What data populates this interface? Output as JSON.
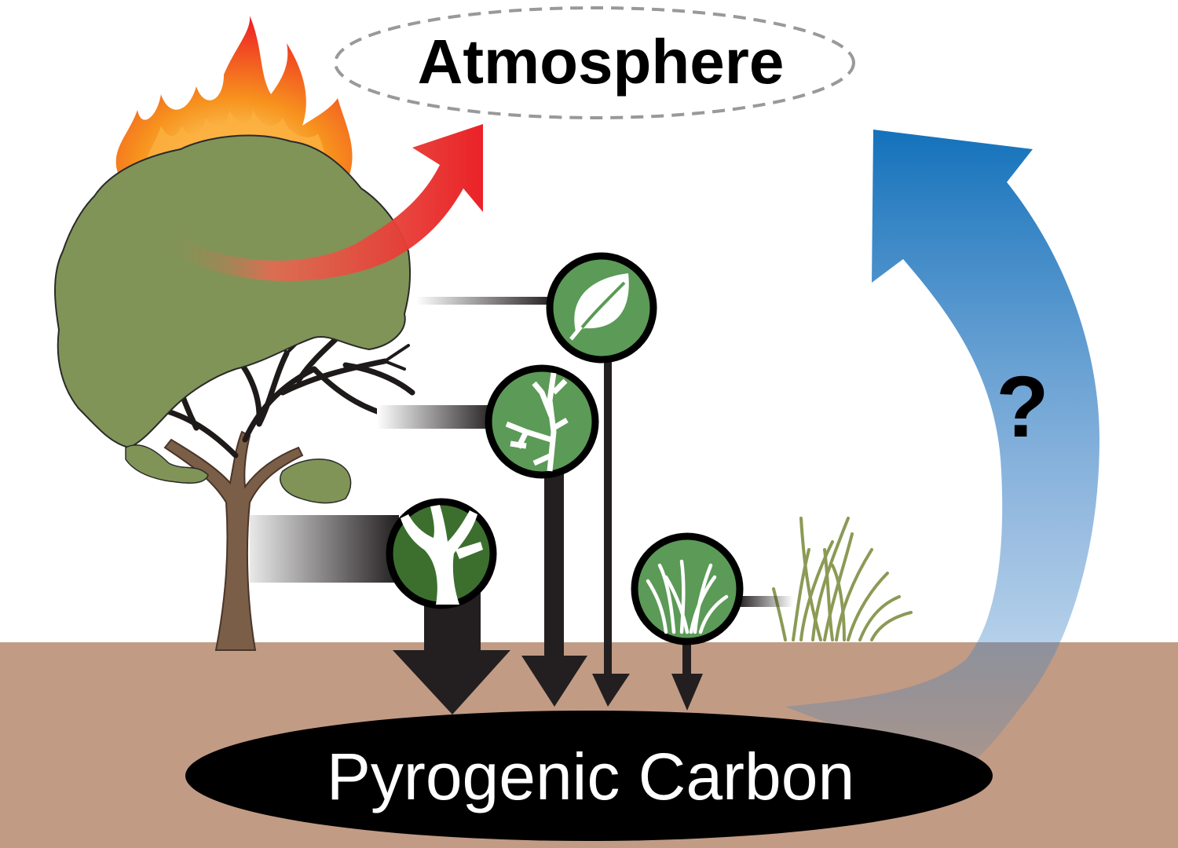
{
  "labels": {
    "atmosphere": "Atmosphere",
    "pool": "Pyrogenic Carbon",
    "unknown": "?"
  },
  "nodes": [
    {
      "id": "leaf",
      "icon": "leaf-icon"
    },
    {
      "id": "twig",
      "icon": "twig-icon"
    },
    {
      "id": "stem",
      "icon": "stem-icon"
    },
    {
      "id": "grass",
      "icon": "grass-icon"
    }
  ],
  "colors": {
    "soil": "#c29b85",
    "foliage": "#809457",
    "trunk": "#7b5e47",
    "icon_circle": "#5b9a57",
    "icon_circle_dark": "#3c6f2e",
    "fire_arrow": "#ea2227",
    "return_arrow": "#1372bb",
    "pool": "#000000",
    "flux_arrow": "#231f20"
  }
}
